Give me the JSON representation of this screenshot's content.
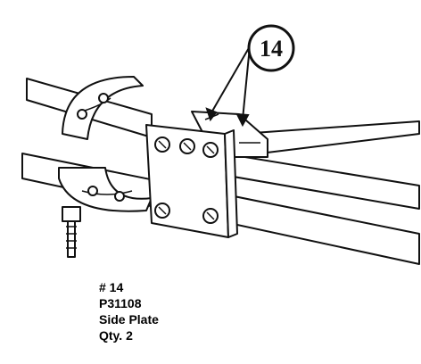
{
  "callout": {
    "number": "14"
  },
  "part": {
    "ref": "# 14",
    "part_number": "P31108",
    "name": "Side Plate",
    "quantity": "Qty. 2"
  }
}
